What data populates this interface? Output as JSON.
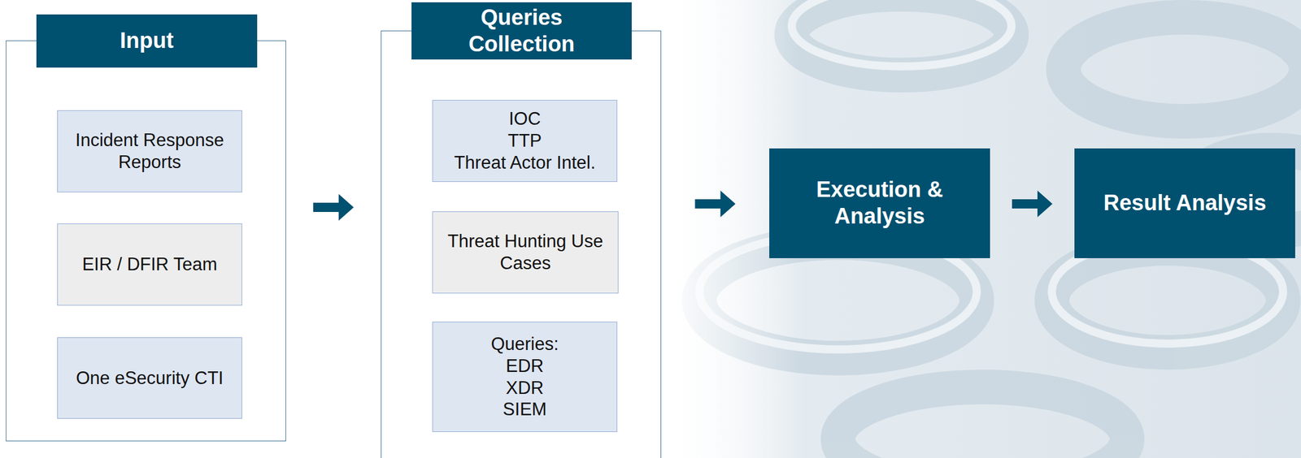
{
  "diagram": {
    "nodes": [
      {
        "text": [
          "Input"
        ]
      },
      {
        "text": [
          "Incident Response Reports"
        ],
        "in": 0
      },
      {
        "text": [
          "EIR / DFIR Team"
        ],
        "in": 0
      },
      {
        "text": [
          "One eSecurity CTI"
        ],
        "in": 0
      },
      {
        "text": [
          "Queries Collection"
        ]
      },
      {
        "text": [
          "IOC",
          "TTP",
          "Threat Actor Intel."
        ],
        "in": 4
      },
      {
        "text": [
          "Threat Hunting Use Cases"
        ],
        "in": 4
      },
      {
        "text": [
          "Queries:",
          "EDR",
          "XDR",
          "SIEM"
        ],
        "in": 4
      },
      {
        "text": [
          "Execution & Analysis"
        ]
      },
      {
        "text": [
          "Result Analysis"
        ]
      }
    ],
    "edges": [
      {
        "from": 0,
        "to": 4,
        "arrow": "to"
      },
      {
        "from": 4,
        "to": 8,
        "arrow": "to"
      },
      {
        "from": 8,
        "to": 9,
        "arrow": "to"
      }
    ]
  }
}
